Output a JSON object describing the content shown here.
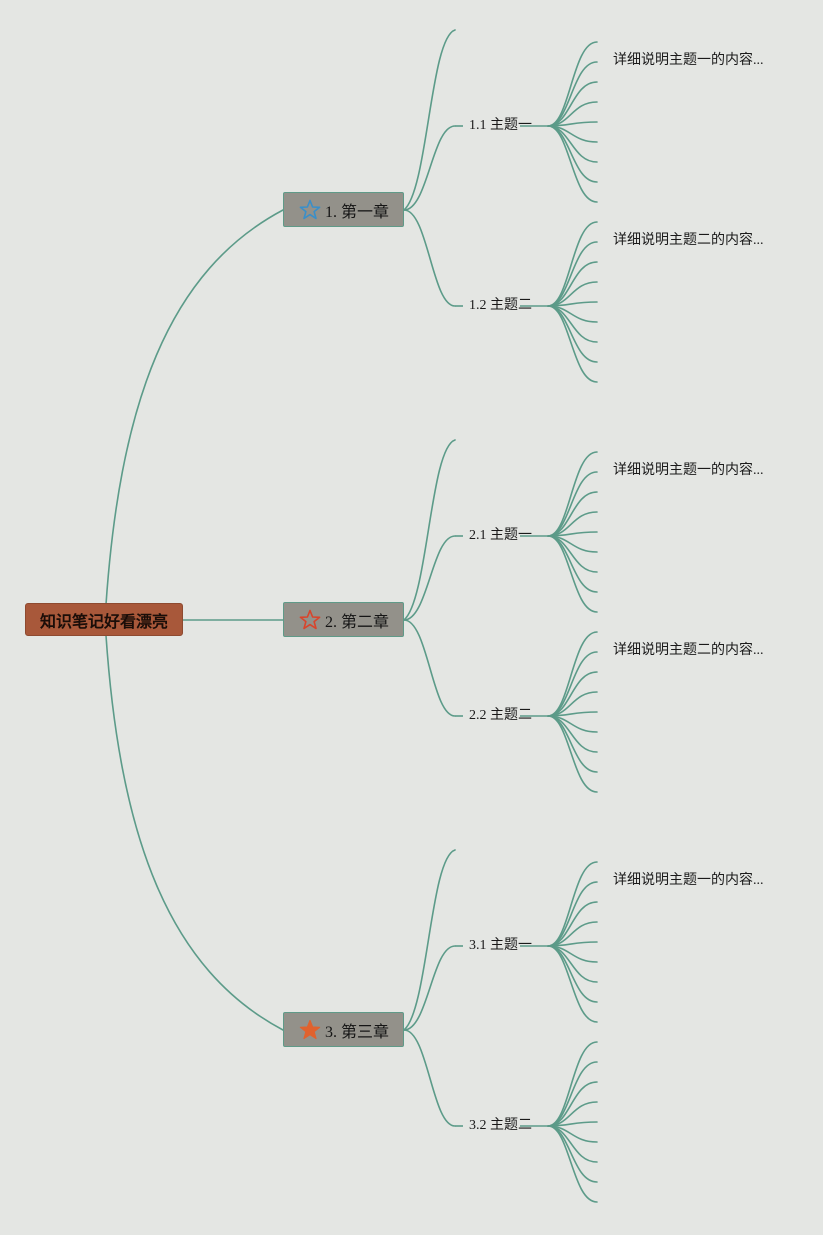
{
  "root": {
    "label": "知识笔记好看漂亮"
  },
  "line_color": "#5c9b89",
  "chapters": [
    {
      "label": "1. 第一章",
      "icon": "star-outline-icon",
      "icon_color": "#3a8fc9",
      "topics": [
        {
          "label": "1.1 主题一",
          "detail": "详细说明主题一的内容..."
        },
        {
          "label": "1.2 主题二",
          "detail": "详细说明主题二的内容..."
        }
      ]
    },
    {
      "label": "2. 第二章",
      "icon": "star-outline-icon",
      "icon_color": "#d9442b",
      "topics": [
        {
          "label": "2.1 主题一",
          "detail": "详细说明主题一的内容..."
        },
        {
          "label": "2.2 主题二",
          "detail": "详细说明主题二的内容..."
        }
      ]
    },
    {
      "label": "3. 第三章",
      "icon": "star-filled-icon",
      "icon_color": "#e0622e",
      "topics": [
        {
          "label": "3.1 主题一",
          "detail": "详细说明主题一的内容..."
        },
        {
          "label": "3.2 主题二",
          "detail": ""
        }
      ]
    }
  ]
}
